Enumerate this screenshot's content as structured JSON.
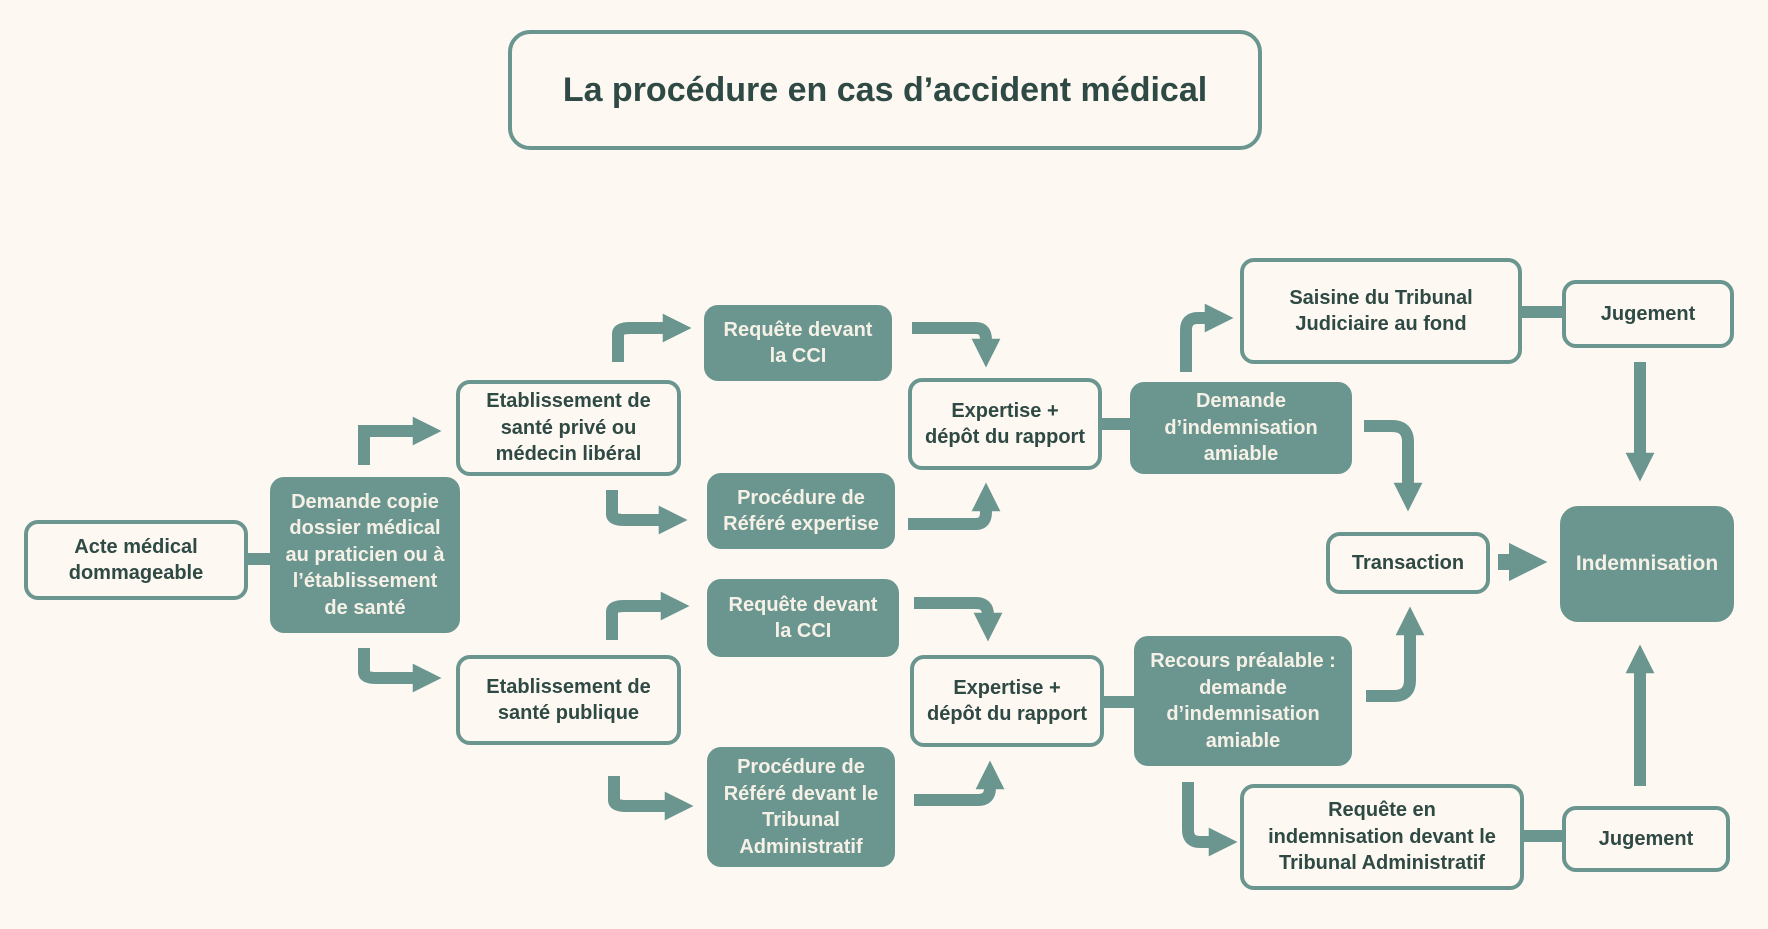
{
  "colors": {
    "accent": "#6b9690",
    "background": "#fdf8f1",
    "text_dark": "#2f4945",
    "text_light": "#f6f1e7"
  },
  "title": "La procédure en cas d’accident médical",
  "nodes": {
    "acte": "Acte médical\ndommageable",
    "demande_copie": "Demande copie\ndossier médical\nau praticien ou à\nl’établissement\nde santé",
    "etab_prive": "Etablissement de\nsanté privé ou\nmédecin libéral",
    "etab_public": "Etablissement de\nsanté publique",
    "requete_cci_1": "Requête devant\nla CCI",
    "refere_expertise": "Procédure de\nRéféré expertise",
    "requete_cci_2": "Requête devant\nla CCI",
    "refere_ta": "Procédure de\nRéféré devant le\nTribunal\nAdministratif",
    "expertise_1": "Expertise +\ndépôt du rapport",
    "expertise_2": "Expertise +\ndépôt du rapport",
    "demande_amiable": "Demande\nd’indemnisation\namiable",
    "recours_prealable": "Recours préalable :\ndemande\nd’indemnisation\namiable",
    "saisine_tj": "Saisine du Tribunal\nJudiciaire au fond",
    "requete_ta": "Requête en\nindemnisation devant le\nTribunal Administratif",
    "transaction": "Transaction",
    "jugement_1": "Jugement",
    "jugement_2": "Jugement",
    "indemnisation": "Indemnisation"
  }
}
